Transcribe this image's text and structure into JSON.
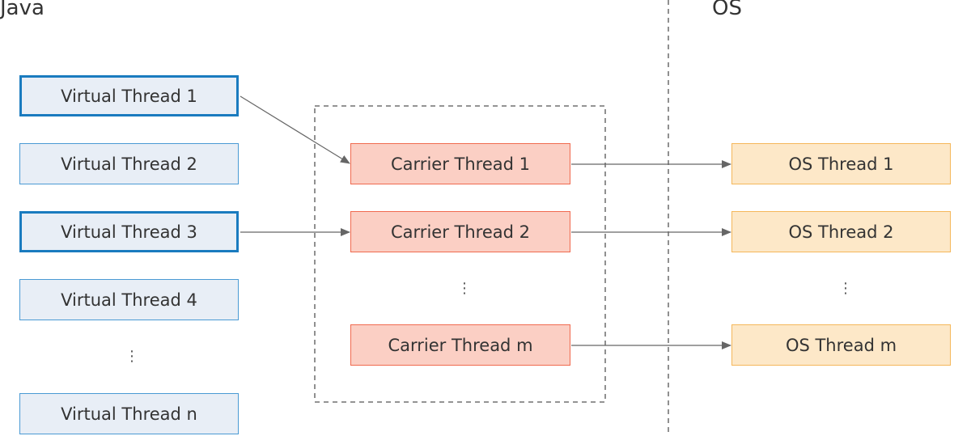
{
  "titles": {
    "java": "Java",
    "os": "OS"
  },
  "virtual_threads": [
    {
      "label": "Virtual Thread 1",
      "mounted": true
    },
    {
      "label": "Virtual Thread 2",
      "mounted": false
    },
    {
      "label": "Virtual Thread 3",
      "mounted": true
    },
    {
      "label": "Virtual Thread 4",
      "mounted": false
    },
    {
      "label": "Virtual Thread n",
      "mounted": false
    }
  ],
  "carrier_threads": [
    "Carrier Thread 1",
    "Carrier Thread 2",
    "Carrier Thread m"
  ],
  "os_threads": [
    "OS Thread 1",
    "OS Thread 2",
    "OS Thread m"
  ],
  "ellipsis": "⋮",
  "mappings": [
    {
      "from": "Virtual Thread 1",
      "to": "Carrier Thread 1"
    },
    {
      "from": "Virtual Thread 3",
      "to": "Carrier Thread 2"
    },
    {
      "from": "Carrier Thread 1",
      "to": "OS Thread 1"
    },
    {
      "from": "Carrier Thread 2",
      "to": "OS Thread 2"
    },
    {
      "from": "Carrier Thread m",
      "to": "OS Thread m"
    }
  ],
  "colors": {
    "virtual_fill": "#e8eef6",
    "virtual_border": "#1a7bbf",
    "carrier_fill": "#fbcfc4",
    "carrier_border": "#f06a4f",
    "os_fill": "#fde8c8",
    "os_border": "#f5b75a",
    "arrow": "#666666"
  }
}
